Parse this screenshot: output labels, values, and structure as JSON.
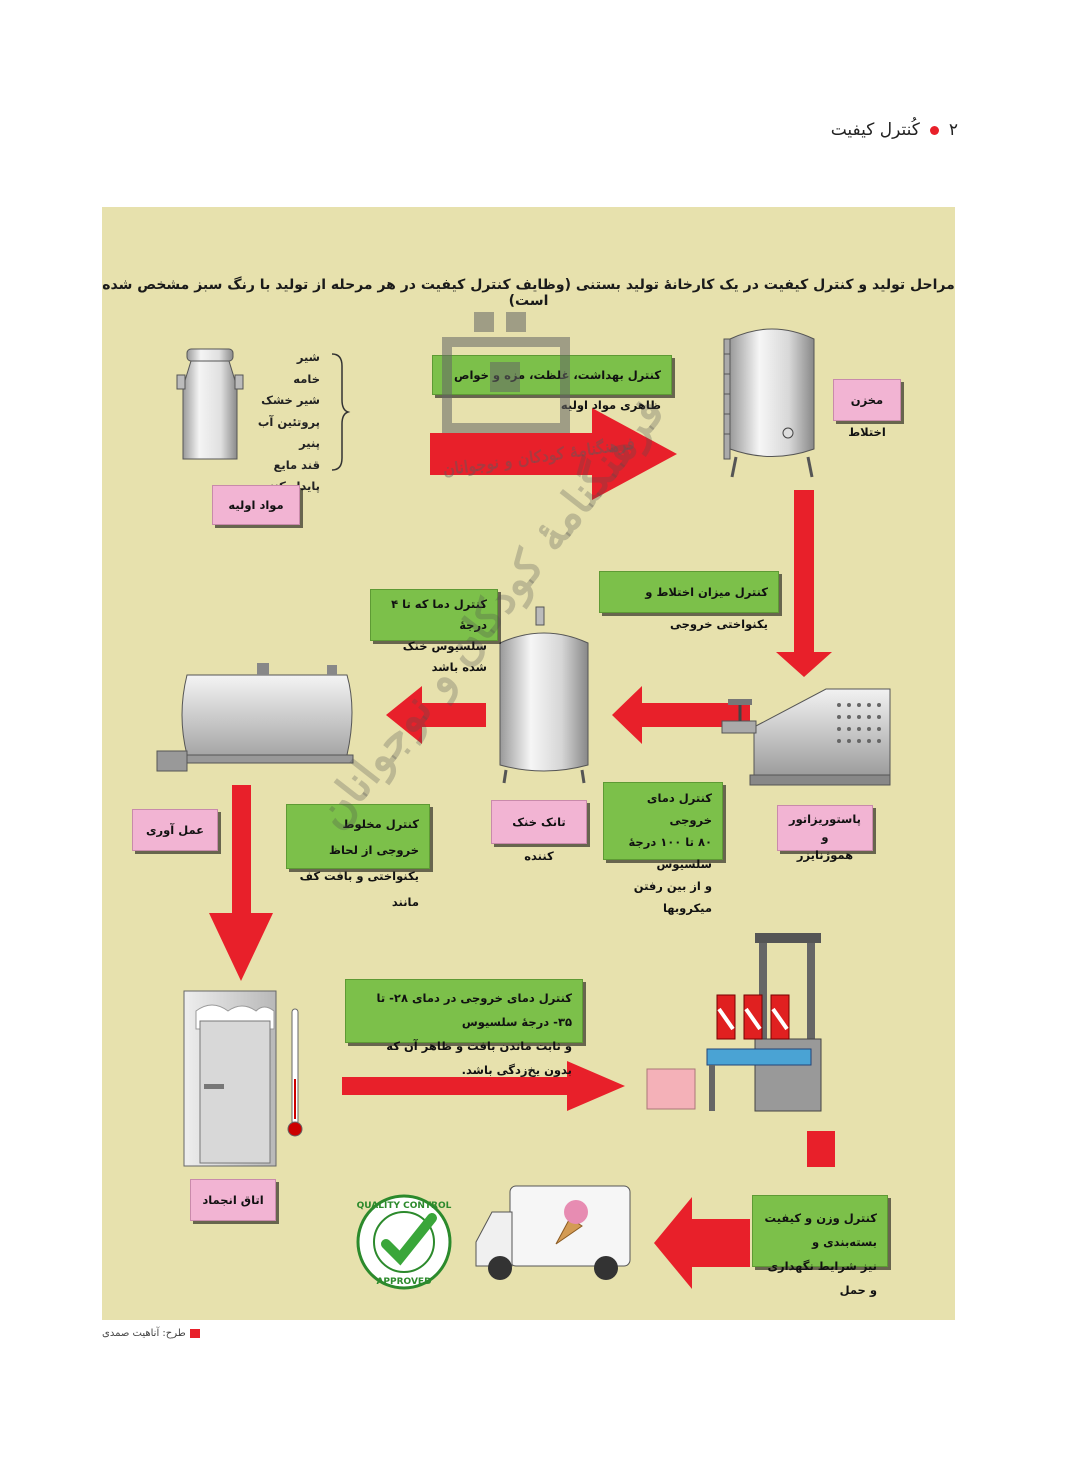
{
  "header": {
    "page_number": "۲",
    "title": "کُنترل کیفیت"
  },
  "diagram": {
    "title": "مراحل تولید و کنترل کیفیت در یک کارخانهٔ تولید بستنی (وظایف کنترل کیفیت در هر مرحله از تولید با رنگ سبز مشخص شده است)",
    "ingredients": [
      "شیر",
      "خامه",
      "شیر خشک",
      "پروتئین آب پنیر",
      "قند مایع",
      "پایدار کننده"
    ],
    "stages": {
      "raw": "مواد اولیه",
      "mixing": "مخزن اختلاط",
      "pasteurizer_line1": "پاستوریزاتور و",
      "pasteurizer_line2": "هموژنایزر",
      "cooling": "تانک خنک کننده",
      "aging": "عمل آوری",
      "freezing": "اتاق انجماد"
    },
    "controls": {
      "raw_line1": "کنترل بهداشت، غلظت، مزه و خواص ظاهری مواد اولیه",
      "mixing_line1": "کنترل میزان اختلاط و یکنواختی خروجی",
      "cooling_line1": "کنترل دما که تا ۴ درجهٔ",
      "cooling_line2": "سلسیوس خنک شده باشد",
      "pasteur_line1": "کنترل دمای خروجی",
      "pasteur_line2": "۸۰ تا ۱۰۰ درجهٔ سلسیوس",
      "pasteur_line3": "و از بین رفتن میکروبها",
      "aging_line1": "کنترل مخلوط خروجی از لحاظ",
      "aging_line2": "یکنواختی و بافت کف مانند",
      "freezing_line1": "کنترل دمای خروجی در دمای ۲۸- تا ۳۵- درجهٔ سلسیوس",
      "freezing_line2": "و ثابت ماندن بافت و ظاهر آن که بدون یخ‌زدگی باشد.",
      "packing_line1": "کنترل وزن و کیفیت بسته‌بندی و",
      "packing_line2": "نیز شرایط نگهداری و حمل"
    },
    "seal": {
      "top": "QUALITY CONTROL",
      "bottom": "APPROVED"
    },
    "watermark": "فرهنگنامهٔ کودکان و نوجوانان"
  },
  "credit": "طرح: آناهیت صمدی",
  "colors": {
    "panel": "#e7e1ad",
    "arrow": "#e8202a",
    "control": "#7cc04a",
    "stage": "#f2b4d3",
    "seal": "#3aa63a"
  }
}
